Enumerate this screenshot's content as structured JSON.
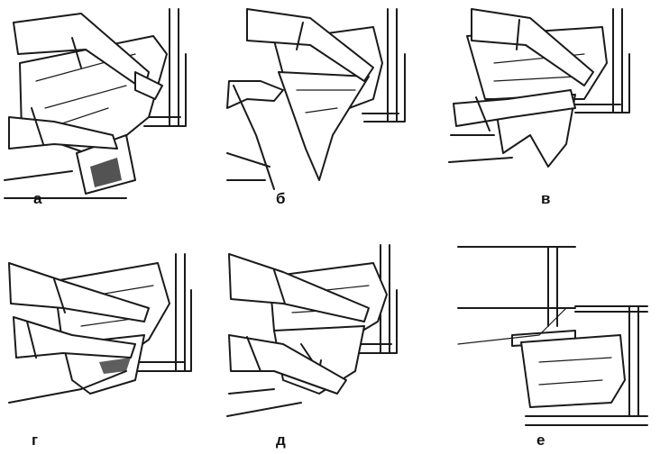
{
  "panels": [
    {
      "caption": "а"
    },
    {
      "caption": "б"
    },
    {
      "caption": "в"
    },
    {
      "caption": "г"
    },
    {
      "caption": "д"
    },
    {
      "caption": "е"
    }
  ]
}
